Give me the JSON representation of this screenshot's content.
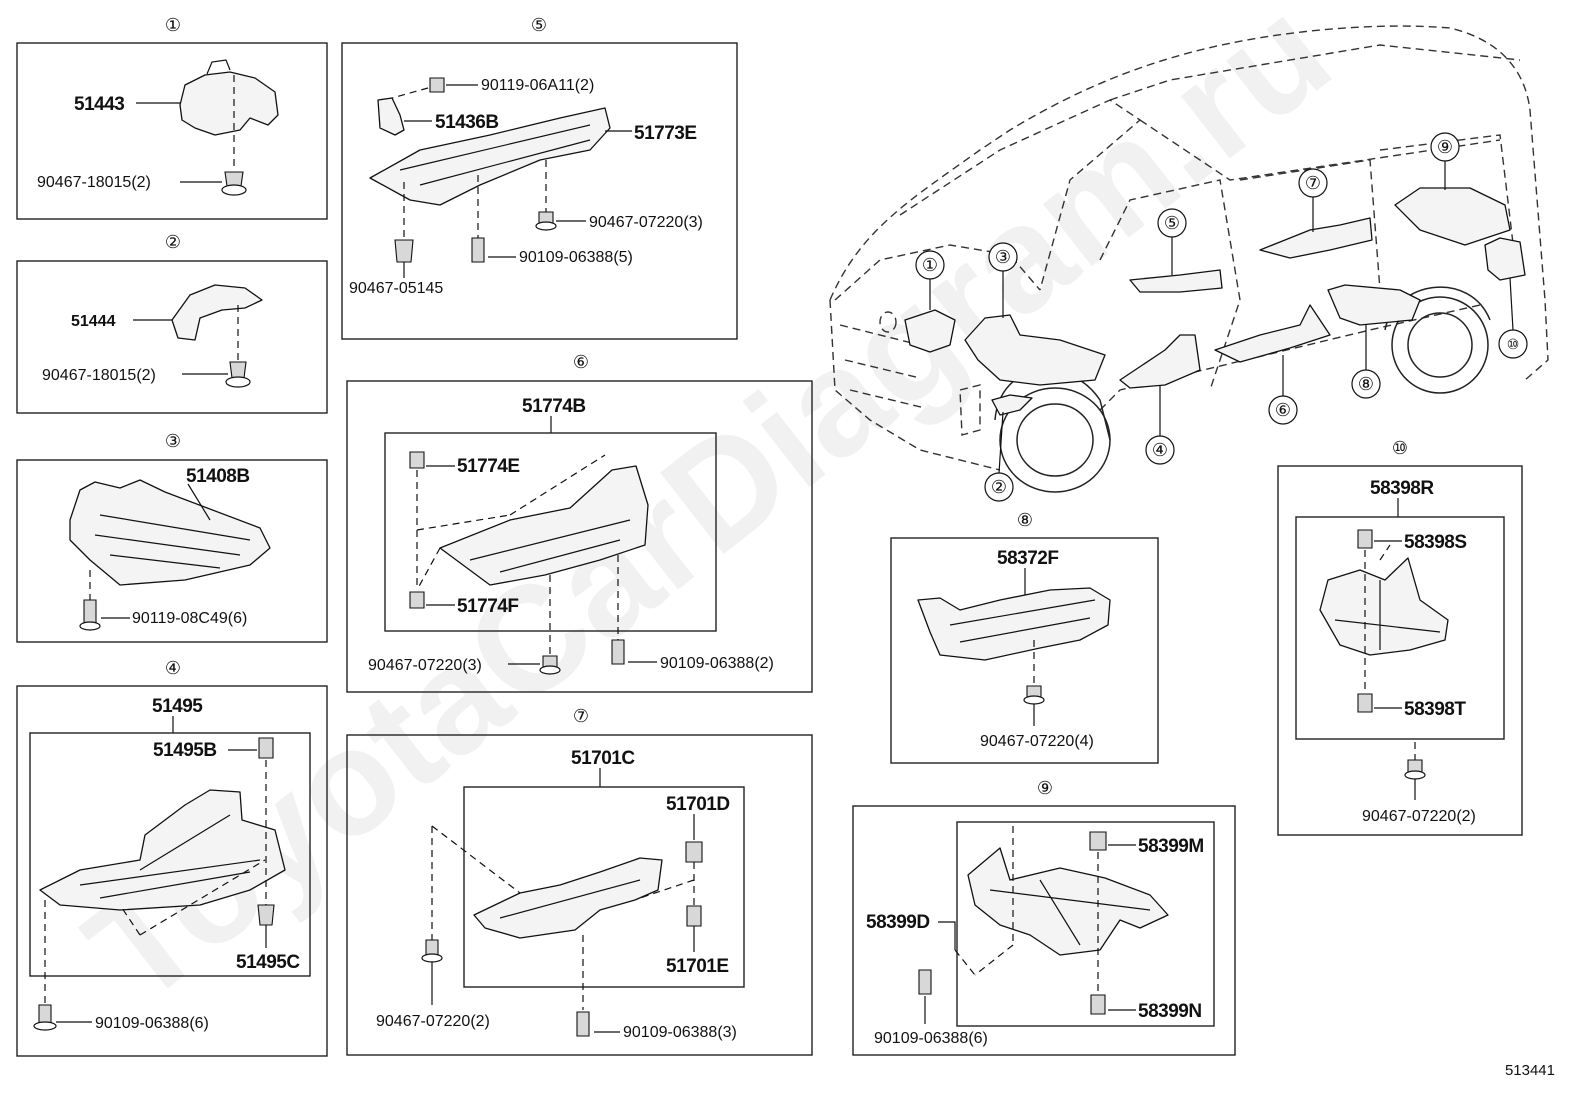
{
  "groups": [
    {
      "num": "①",
      "parts": [
        "51443",
        "90467-18015(2)"
      ]
    },
    {
      "num": "②",
      "parts": [
        "51444",
        "90467-18015(2)"
      ]
    },
    {
      "num": "③",
      "parts": [
        "51408B",
        "90119-08C49(6)"
      ]
    },
    {
      "num": "④",
      "parts": [
        "51495",
        "51495B",
        "51495C",
        "90109-06388(6)"
      ]
    },
    {
      "num": "⑤",
      "parts": [
        "90119-06A11(2)",
        "51436B",
        "51773E",
        "90467-07220(3)",
        "90109-06388(5)",
        "90467-05145"
      ]
    },
    {
      "num": "⑥",
      "parts": [
        "51774B",
        "51774E",
        "51774F",
        "90467-07220(3)",
        "90109-06388(2)"
      ]
    },
    {
      "num": "⑦",
      "parts": [
        "51701C",
        "51701D",
        "51701E",
        "90467-07220(2)",
        "90109-06388(3)"
      ]
    },
    {
      "num": "⑧",
      "parts": [
        "58372F",
        "90467-07220(4)"
      ]
    },
    {
      "num": "⑨",
      "parts": [
        "58399D",
        "58399M",
        "58399N",
        "90109-06388(6)"
      ]
    },
    {
      "num": "⑩",
      "parts": [
        "58398R",
        "58398S",
        "58398T",
        "90467-07220(2)"
      ]
    }
  ],
  "van_callouts": [
    "①",
    "②",
    "③",
    "④",
    "⑤",
    "⑥",
    "⑦",
    "⑧",
    "⑨",
    "⑩"
  ],
  "diagram_code": "513441",
  "watermark": "ToyotaCarDiagram.ru"
}
